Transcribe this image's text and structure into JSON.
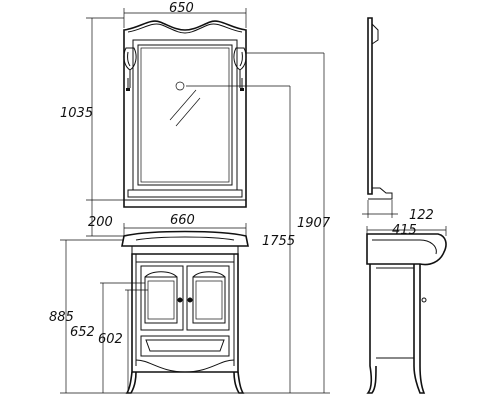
{
  "dimensions": {
    "mirror_width": "650",
    "mirror_height": "1035",
    "mirror_gap": "200",
    "vanity_width": "660",
    "overall_mirror_bottom": "1755",
    "overall_height": "1907",
    "vanity_height": "885",
    "counter_height": "652",
    "door_height": "602",
    "mirror_depth": "122",
    "vanity_depth": "415"
  },
  "colors": {
    "ink": "#111111",
    "background": "#ffffff"
  }
}
